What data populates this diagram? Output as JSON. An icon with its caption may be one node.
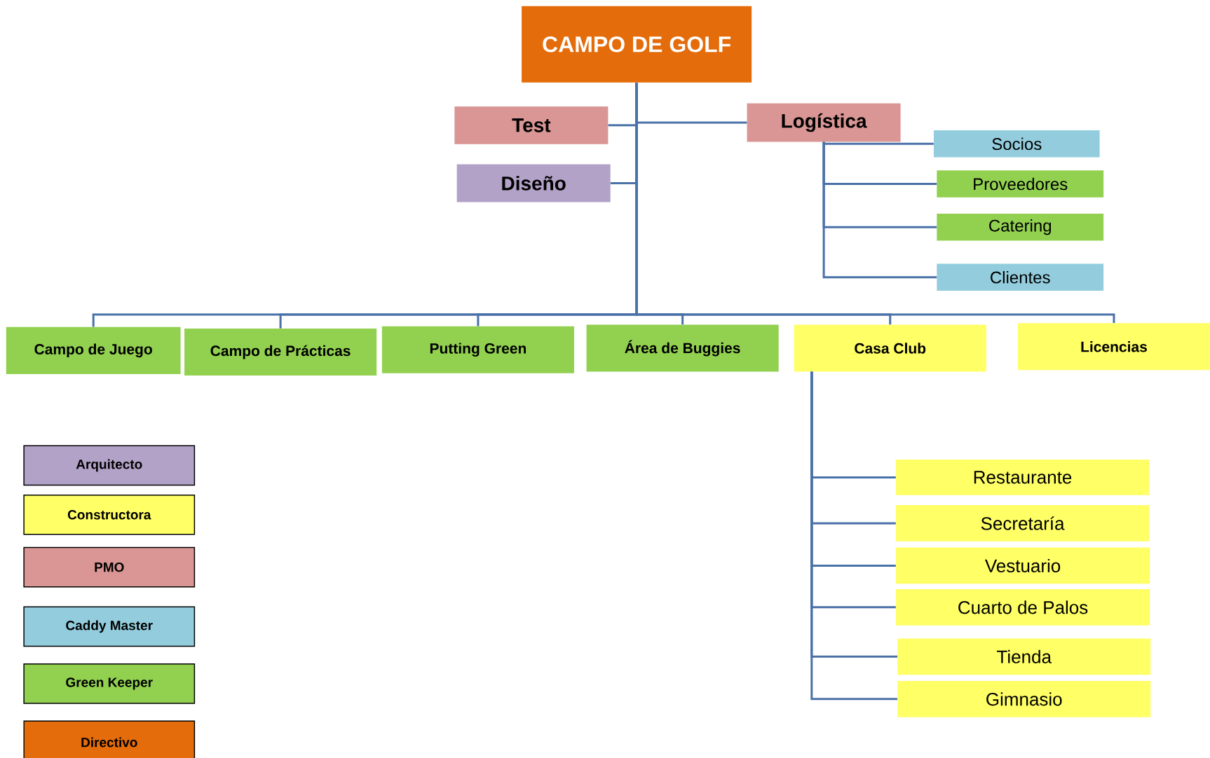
{
  "diagram": {
    "nodes": [
      {
        "text": [
          "CAMPO DE GOLF"
        ]
      },
      {
        "text": [
          "Test"
        ]
      },
      {
        "text": [
          "Diseño"
        ]
      },
      {
        "text": [
          "Logística"
        ]
      },
      {
        "text": [
          "Socios"
        ]
      },
      {
        "text": [
          "Proveedores"
        ]
      },
      {
        "text": [
          "Catering"
        ]
      },
      {
        "text": [
          "Clientes"
        ]
      },
      {
        "text": [
          "Campo de Juego"
        ]
      },
      {
        "text": [
          "Campo de Prácticas"
        ]
      },
      {
        "text": [
          "Putting Green"
        ]
      },
      {
        "text": [
          "Área de Buggies"
        ]
      },
      {
        "text": [
          "Casa Club"
        ]
      },
      {
        "text": [
          "Licencias"
        ]
      },
      {
        "text": [
          "Restaurante"
        ]
      },
      {
        "text": [
          "Secretaría"
        ]
      },
      {
        "text": [
          "Vestuario"
        ]
      },
      {
        "text": [
          "Cuarto de Palos"
        ]
      },
      {
        "text": [
          "Tienda"
        ]
      },
      {
        "text": [
          "Gimnasio"
        ]
      }
    ],
    "edges": [
      {
        "from": 0,
        "to": 1,
        "arrow": "none"
      },
      {
        "from": 0,
        "to": 3,
        "arrow": "none"
      },
      {
        "from": 0,
        "to": 2,
        "arrow": "none"
      },
      {
        "from": 3,
        "to": 4,
        "arrow": "none"
      },
      {
        "from": 3,
        "to": 5,
        "arrow": "none"
      },
      {
        "from": 3,
        "to": 6,
        "arrow": "none"
      },
      {
        "from": 3,
        "to": 7,
        "arrow": "none"
      },
      {
        "from": 0,
        "to": 8,
        "arrow": "none"
      },
      {
        "from": 0,
        "to": 9,
        "arrow": "none"
      },
      {
        "from": 0,
        "to": 10,
        "arrow": "none"
      },
      {
        "from": 0,
        "to": 11,
        "arrow": "none"
      },
      {
        "from": 0,
        "to": 12,
        "arrow": "none"
      },
      {
        "from": 0,
        "to": 13,
        "arrow": "none"
      },
      {
        "from": 12,
        "to": 14,
        "arrow": "none"
      },
      {
        "from": 12,
        "to": 15,
        "arrow": "none"
      },
      {
        "from": 12,
        "to": 16,
        "arrow": "none"
      },
      {
        "from": 12,
        "to": 17,
        "arrow": "none"
      },
      {
        "from": 12,
        "to": 18,
        "arrow": "none"
      },
      {
        "from": 12,
        "to": 19,
        "arrow": "none"
      }
    ],
    "legend": [
      {
        "text": "Arquitecto",
        "color": "#b2a2c7"
      },
      {
        "text": "Constructora",
        "color": "#ffff66"
      },
      {
        "text": "PMO",
        "color": "#d99694"
      },
      {
        "text": "Caddy Master",
        "color": "#93cddd"
      },
      {
        "text": "Green Keeper",
        "color": "#92d050"
      },
      {
        "text": "Directivo",
        "color": "#e46c0a"
      }
    ]
  }
}
